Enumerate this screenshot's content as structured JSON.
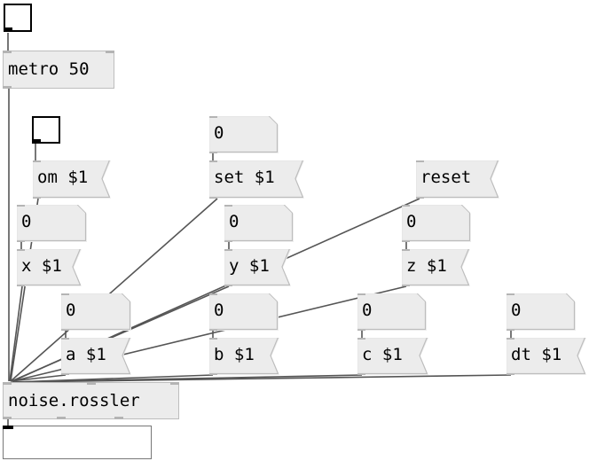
{
  "patch": {
    "metro": "metro 50",
    "om_msg": "om $1",
    "set_msg": "set $1",
    "reset_msg": "reset",
    "x_msg": "x $1",
    "y_msg": "y $1",
    "z_msg": "z $1",
    "a_msg": "a $1",
    "b_msg": "b $1",
    "c_msg": "c $1",
    "dt_msg": "dt $1",
    "generator": "noise.rossler",
    "num_set": "0",
    "num_x": "0",
    "num_y": "0",
    "num_z": "0",
    "num_a": "0",
    "num_b": "0",
    "num_c": "0",
    "num_dt": "0"
  },
  "colors": {
    "box_fill": "#ececec",
    "box_border": "#bdbdbd",
    "wire": "#555555"
  }
}
